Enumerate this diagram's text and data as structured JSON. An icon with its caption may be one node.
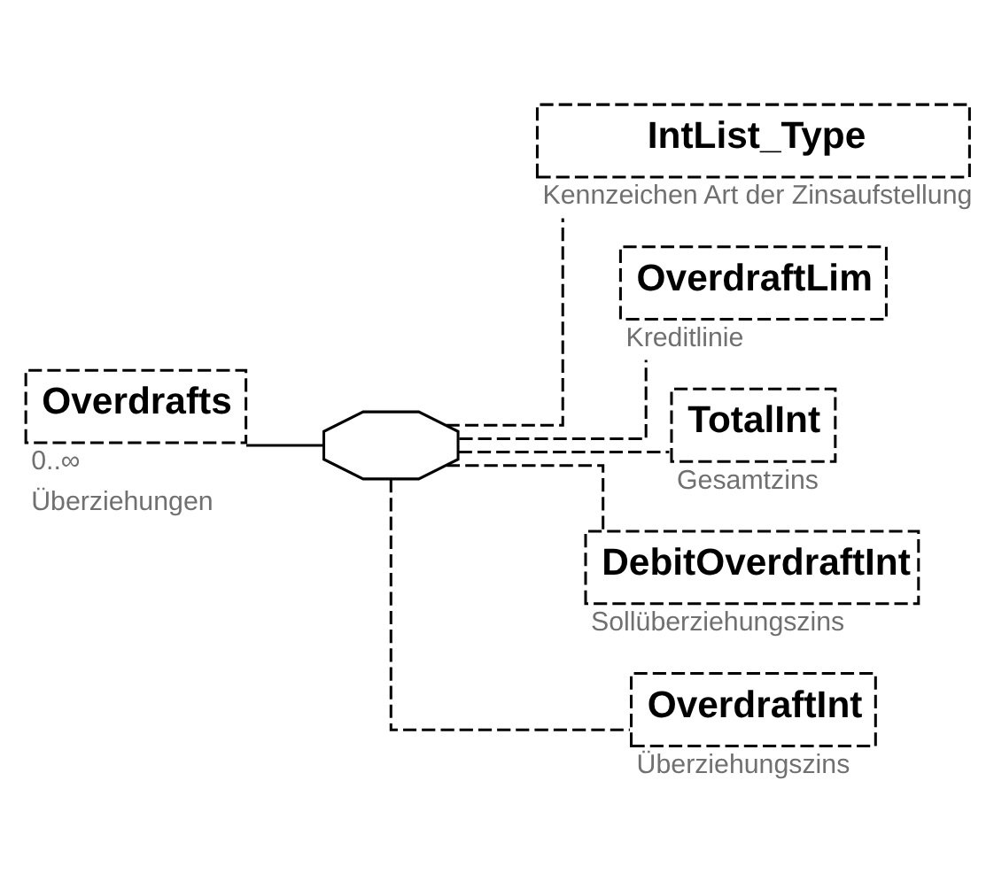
{
  "diagram": {
    "nodes": [
      {
        "text": [
          "Overdrafts"
        ],
        "beside": [
          "0..∞",
          "Überziehungen"
        ]
      },
      {
        "text": [],
        "shape": "octagon"
      },
      {
        "text": [
          "IntList_Type"
        ],
        "beside": [
          "Kennzeichen Art der Zinsaufstellung"
        ]
      },
      {
        "text": [
          "OverdraftLim"
        ],
        "beside": [
          "Kreditlinie"
        ]
      },
      {
        "text": [
          "TotalInt"
        ],
        "beside": [
          "Gesamtzins"
        ]
      },
      {
        "text": [
          "DebitOverdraftInt"
        ],
        "beside": [
          "Sollüberziehungszins"
        ]
      },
      {
        "text": [
          "OverdraftInt"
        ],
        "beside": [
          "Überziehungszins"
        ]
      }
    ],
    "edges": [
      {
        "from": 0,
        "to": 1,
        "arrow": "none"
      },
      {
        "from": 1,
        "to": 2,
        "arrow": "none",
        "style": "dashed"
      },
      {
        "from": 1,
        "to": 3,
        "arrow": "none",
        "style": "dashed"
      },
      {
        "from": 1,
        "to": 4,
        "arrow": "none",
        "style": "dashed"
      },
      {
        "from": 1,
        "to": 5,
        "arrow": "none",
        "style": "dashed"
      },
      {
        "from": 1,
        "to": 6,
        "arrow": "none",
        "style": "dashed"
      }
    ]
  }
}
